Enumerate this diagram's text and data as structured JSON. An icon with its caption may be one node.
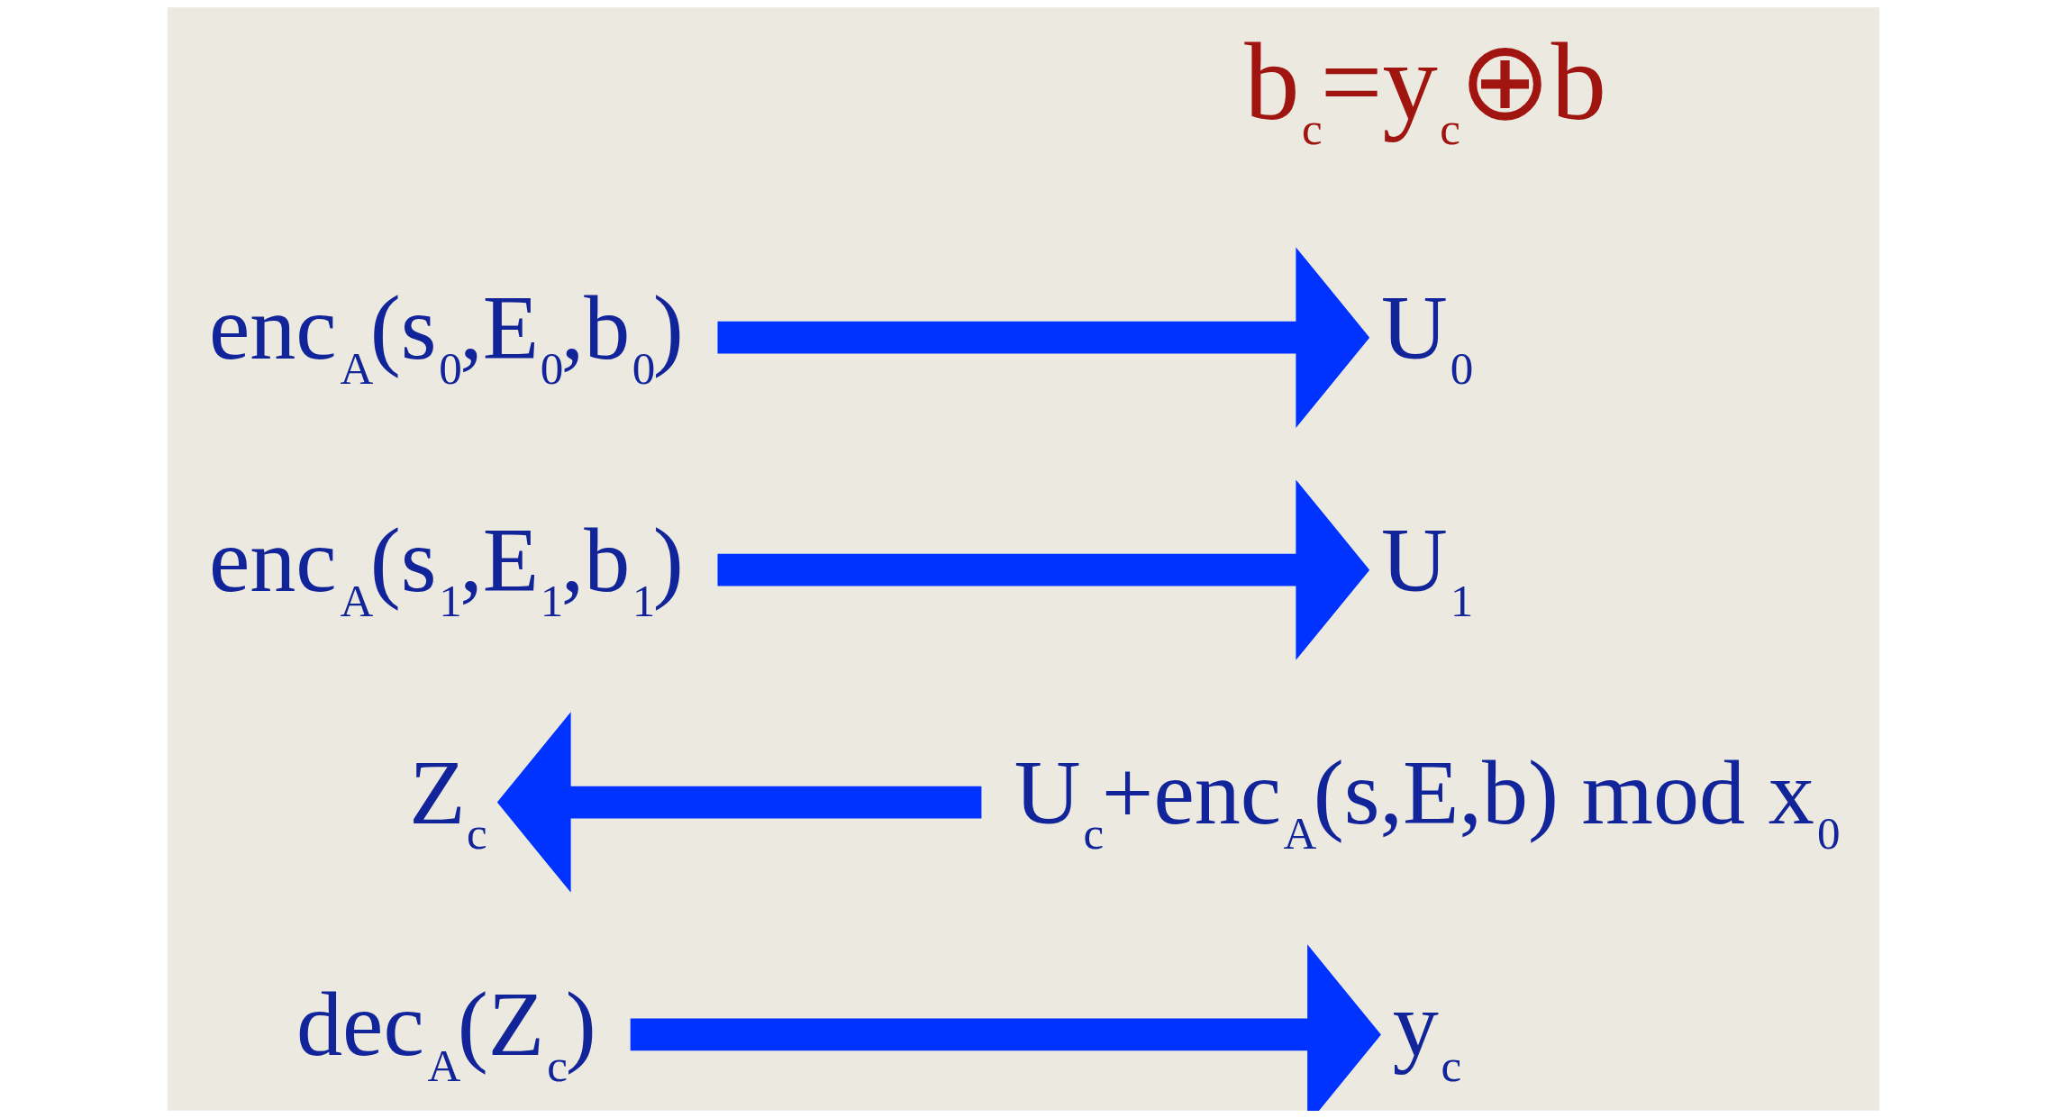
{
  "diagram": {
    "nodes": [
      {
        "text": [
          "enc$_{A}$(s$_{0}$,E$_{0}$,b$_{0}$)"
        ]
      },
      {
        "text": [
          "U$_{0}$"
        ]
      },
      {
        "text": [
          "enc$_{A}$(s$_{1}$,E$_{1}$,b$_{1}$)"
        ]
      },
      {
        "text": [
          "U$_{1}$"
        ]
      },
      {
        "text": [
          "Z$_{c}$"
        ]
      },
      {
        "text": [
          "U$_{c}$+enc$_{A}$(s,E,b) mod x$_{0}$"
        ]
      },
      {
        "text": [
          "dec$_{A}$(Z$_{c}$)"
        ]
      },
      {
        "text": [
          "y$_{c}$"
        ]
      }
    ],
    "edges": [
      {
        "from": 0,
        "to": 1,
        "arrow": "to"
      },
      {
        "from": 2,
        "to": 3,
        "arrow": "to"
      },
      {
        "from": 5,
        "to": 4,
        "arrow": "to"
      },
      {
        "from": 6,
        "to": 7,
        "arrow": "to"
      }
    ],
    "labels": [
      "b$_{c}$=y$_{c}$⊕b"
    ]
  }
}
